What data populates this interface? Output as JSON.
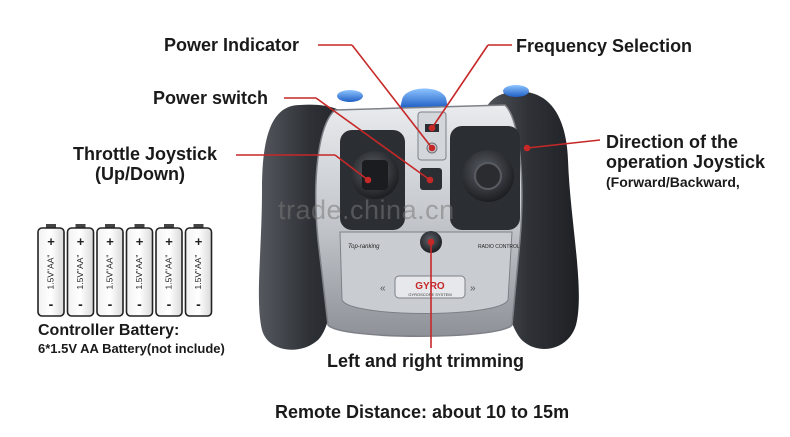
{
  "labels": {
    "power_indicator": "Power Indicator",
    "frequency_selection": "Frequency Selection",
    "power_switch": "Power switch",
    "throttle_line1": "Throttle Joystick",
    "throttle_line2": "(Up/Down)",
    "direction_line1": "Direction of the",
    "direction_line2": "operation Joystick",
    "direction_line3": "(Forward/Backward,",
    "trimming": "Left and right trimming",
    "battery_title": "Controller Battery:",
    "battery_detail": "6*1.5V AA Battery(not include)",
    "remote_distance": "Remote Distance: about 10 to 15m"
  },
  "battery": {
    "count": 6,
    "text": "1.5V\"AA\"",
    "plus": "+",
    "minus": "-"
  },
  "controller": {
    "brand": "Top-ranking",
    "mode": "RADIO CONTROL",
    "badge": "GYRO",
    "badge_sub": "GYROSCOPE SYSTEM"
  },
  "watermark": "trade.china.cn",
  "colors": {
    "pointer": "#c62828",
    "body_silver": "#bfc3c8",
    "grip": "#3a3d42",
    "blue_button": "#2f6fd6"
  }
}
